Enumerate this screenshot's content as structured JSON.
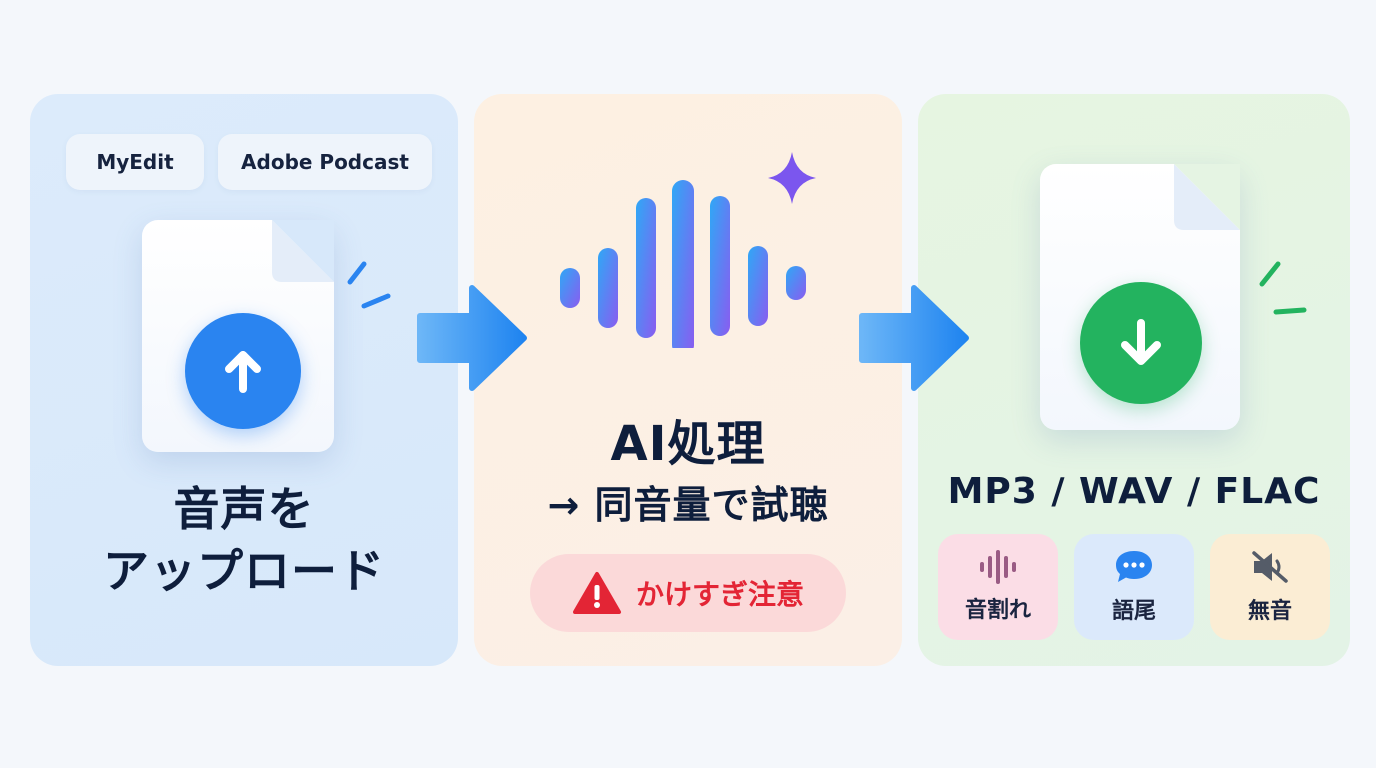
{
  "upload": {
    "chips": [
      "MyEdit",
      "Adobe Podcast"
    ],
    "label_line1": "音声を",
    "label_line2": "アップロード"
  },
  "process": {
    "title": "AI処理",
    "subtitle": "→ 同音量で試聴",
    "warning": "かけすぎ注意"
  },
  "output": {
    "formats": "MP3 / WAV / FLAC",
    "issues": [
      {
        "label": "音割れ",
        "icon": "waveform-icon"
      },
      {
        "label": "語尾",
        "icon": "speech-bubble-icon"
      },
      {
        "label": "無音",
        "icon": "muted-speaker-icon"
      }
    ]
  },
  "colors": {
    "upload_accent": "#2a84f0",
    "download_accent": "#23b35f",
    "warning_red": "#e32535",
    "arrow_blue": "#2b8cf2"
  }
}
